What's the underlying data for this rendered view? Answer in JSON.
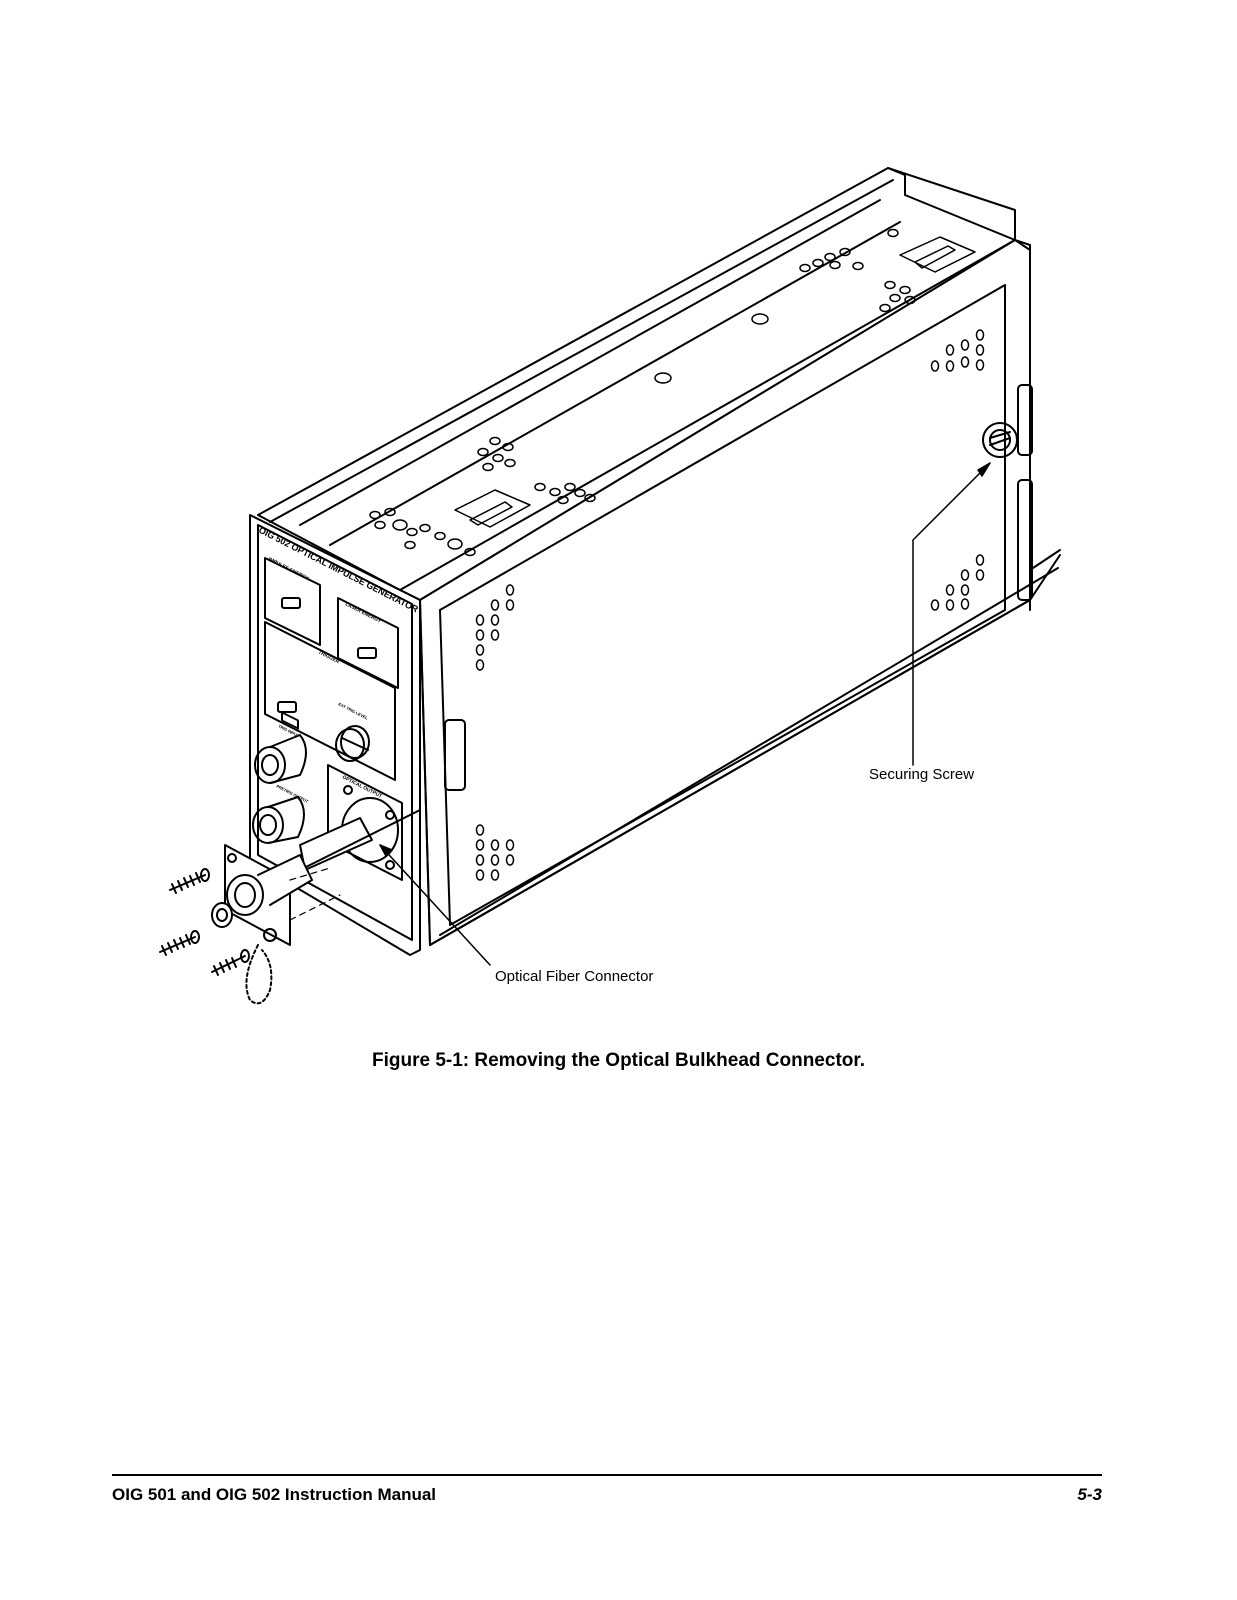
{
  "figure": {
    "panel_title": "OIG 502 OPTICAL IMPULSE GENERATOR",
    "panel_labels": {
      "impulse_energy": "IMPULSE ENERGY",
      "laser_energy": "LASER ENERGY",
      "trigger": "TRIGGER",
      "trig_input": "TRIG INPUT",
      "ext_trig_level": "EXT TRIG LEVEL",
      "optical_output": "OPTICAL OUTPUT",
      "pretrig_output": "PRETRIG OUTPUT"
    },
    "callouts": {
      "securing_screw": "Securing Screw",
      "optical_fiber_connector": "Optical Fiber Connector"
    },
    "caption": "Figure 5-1:  Removing the Optical Bulkhead Connector."
  },
  "footer": {
    "title": "OIG 501 and OIG 502 Instruction Manual",
    "page": "5-3"
  }
}
